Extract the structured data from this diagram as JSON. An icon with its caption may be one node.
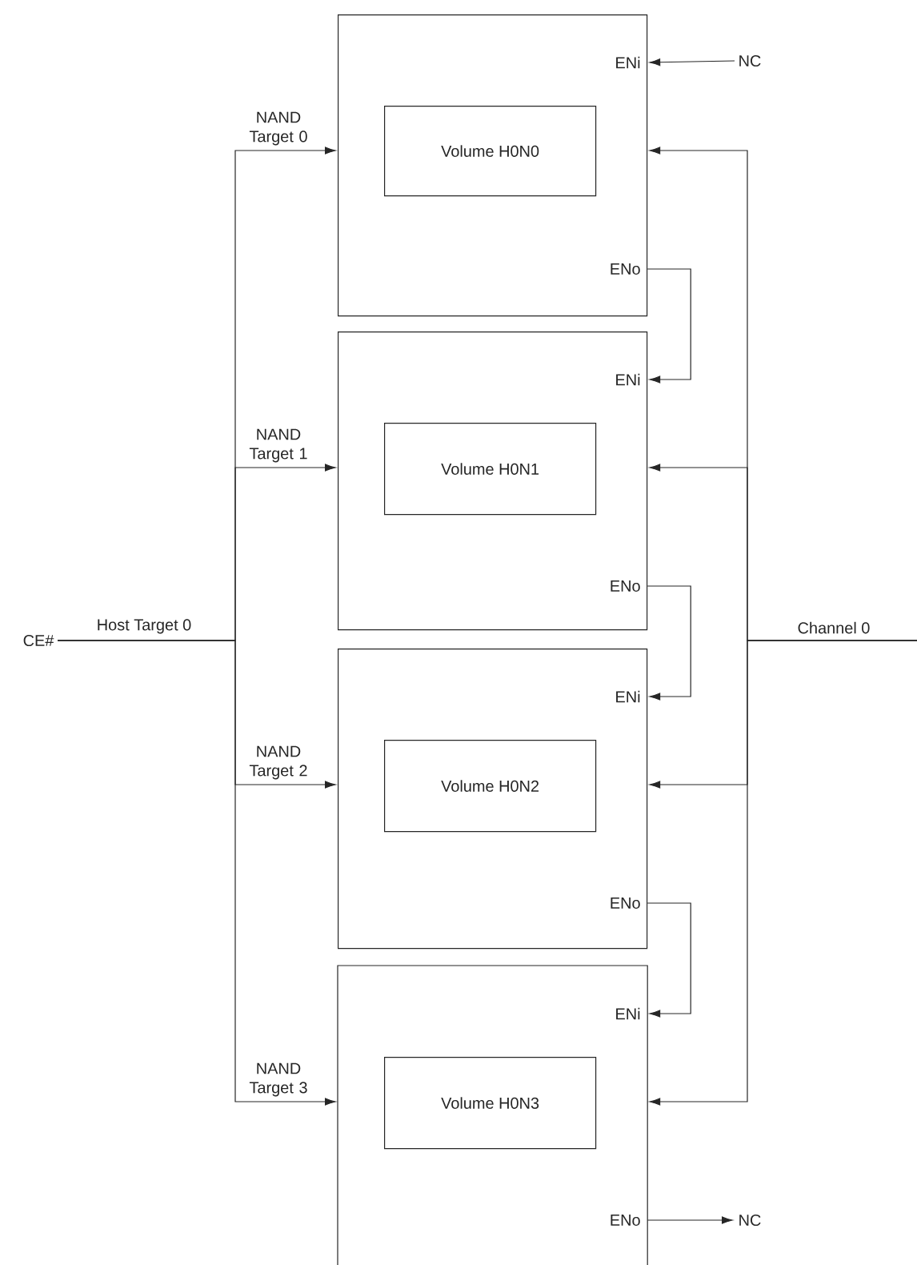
{
  "diagram": {
    "nodes": [
      {
        "text": [
          "ENi",
          "ENo"
        ]
      },
      {
        "text": [
          "Volume H0N0"
        ],
        "in": 0
      },
      {
        "text": [
          "ENi",
          "ENo"
        ]
      },
      {
        "text": [
          "Volume H0N1"
        ],
        "in": 2
      },
      {
        "text": [
          "ENi",
          "ENo"
        ]
      },
      {
        "text": [
          "Volume H0N2"
        ],
        "in": 4
      },
      {
        "text": [
          "ENi",
          "ENo"
        ]
      },
      {
        "text": [
          "Volume H0N3"
        ],
        "in": 6
      },
      {
        "text": [
          "NC"
        ]
      },
      {
        "text": [
          "NC"
        ]
      },
      {
        "text": [
          "CE#"
        ]
      }
    ],
    "edges": [
      {
        "from": 10,
        "to": 0,
        "arrow": "to",
        "label": "NAND Target 0"
      },
      {
        "from": 10,
        "to": 2,
        "arrow": "to",
        "label": "NAND Target 1"
      },
      {
        "from": 10,
        "to": 4,
        "arrow": "to",
        "label": "NAND Target 2"
      },
      {
        "from": 10,
        "to": 6,
        "arrow": "to",
        "label": "NAND Target 3"
      },
      {
        "from": null,
        "to": 0,
        "arrow": "to"
      },
      {
        "from": null,
        "to": 2,
        "arrow": "to"
      },
      {
        "from": null,
        "to": 4,
        "arrow": "to"
      },
      {
        "from": null,
        "to": 6,
        "arrow": "to"
      },
      {
        "from": 8,
        "to": 0,
        "arrow": "to"
      },
      {
        "from": 0,
        "to": 2,
        "arrow": "to"
      },
      {
        "from": 2,
        "to": 4,
        "arrow": "to"
      },
      {
        "from": 4,
        "to": 6,
        "arrow": "to"
      },
      {
        "from": 6,
        "to": 9,
        "arrow": "to"
      }
    ],
    "labels": [
      "Host Target 0",
      "Channel 0"
    ]
  }
}
